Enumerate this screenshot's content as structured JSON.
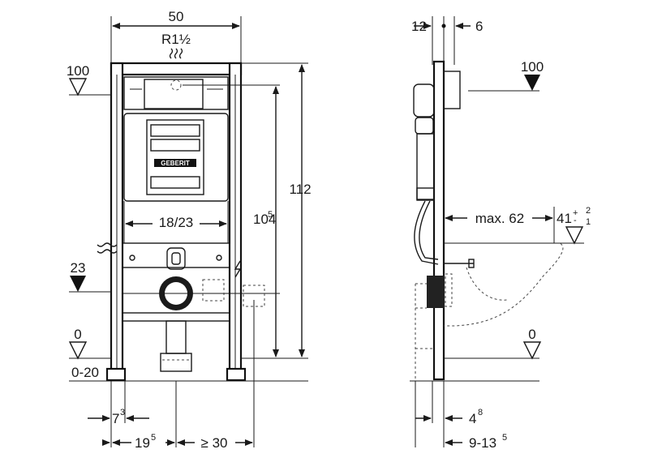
{
  "front": {
    "width": "50",
    "thread": "R1½",
    "level_top": "100",
    "level_inlet": "23",
    "level_floor": "0",
    "floor_range": "0-20",
    "flush_spacing": "18/23",
    "height_frame": "112",
    "height_bolt_main": "104",
    "height_bolt_sup": "5",
    "bottom_a_main": "7",
    "bottom_a_sup": "3",
    "bottom_b_main": "19",
    "bottom_b_sup": "5",
    "bottom_c": "≥ 30",
    "logo": "GEBERIT"
  },
  "side": {
    "top_left": "12",
    "top_right": "6",
    "level_top": "100",
    "projection": "max. 62",
    "seat_main": "41",
    "seat_plus": "+",
    "seat_minus": "-",
    "seat_num": "2",
    "seat_den": "1",
    "level_floor": "0",
    "bottom_a_main": "4",
    "bottom_a_sup": "8",
    "bottom_b_main": "9-13",
    "bottom_b_sup": "5"
  },
  "colors": {
    "line": "#1a1a1a",
    "background": "#ffffff"
  },
  "icons": [
    "water-supply-icon",
    "electrical-icon",
    "level-marker-icon",
    "geberit-logo-icon"
  ]
}
